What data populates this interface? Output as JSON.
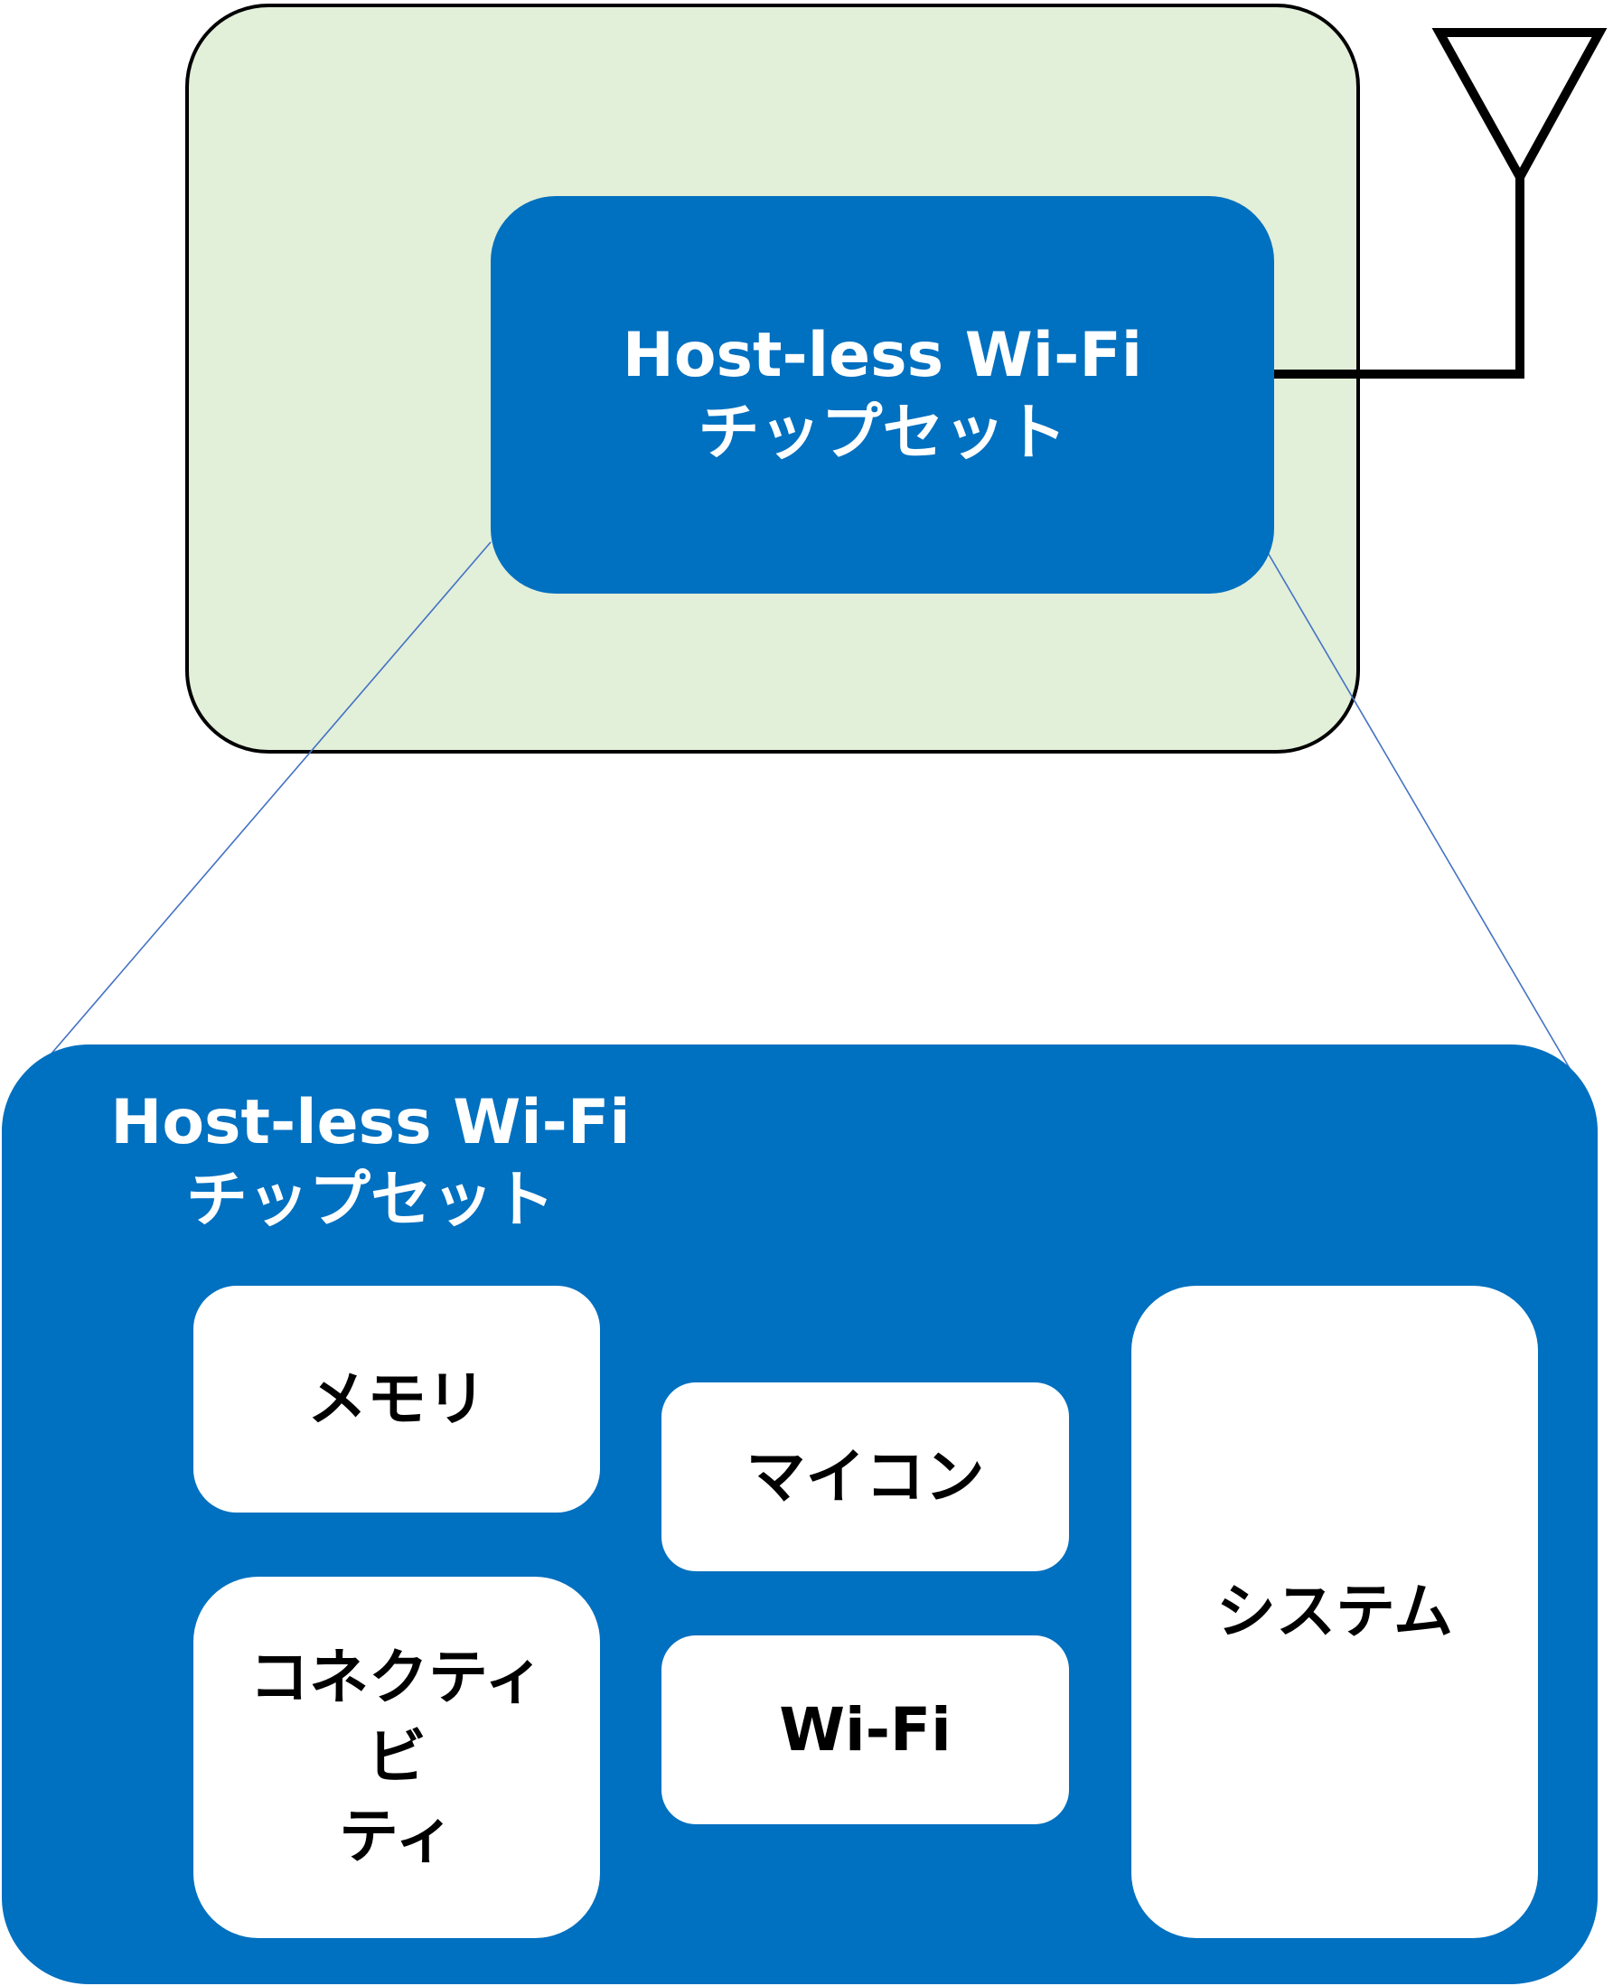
{
  "colors": {
    "device_fill": "#e2efd9",
    "device_border": "#000000",
    "chip_fill": "#0070c0",
    "block_fill": "#ffffff",
    "chip_text": "#ffffff",
    "block_text": "#000000",
    "antenna_stroke": "#000000",
    "zoom_line": "#4472c4"
  },
  "chip_small": {
    "title_line1": "Host-less Wi-Fi",
    "title_line2": "チップセット"
  },
  "chip_large": {
    "title_line1": "Host-less Wi-Fi",
    "title_line2": "チップセット"
  },
  "blocks": {
    "memory": "メモリ",
    "connectivity_line1": "コネクティビ",
    "connectivity_line2": "ティ",
    "microcontroller": "マイコン",
    "wifi": "Wi-Fi",
    "system": "システム"
  }
}
